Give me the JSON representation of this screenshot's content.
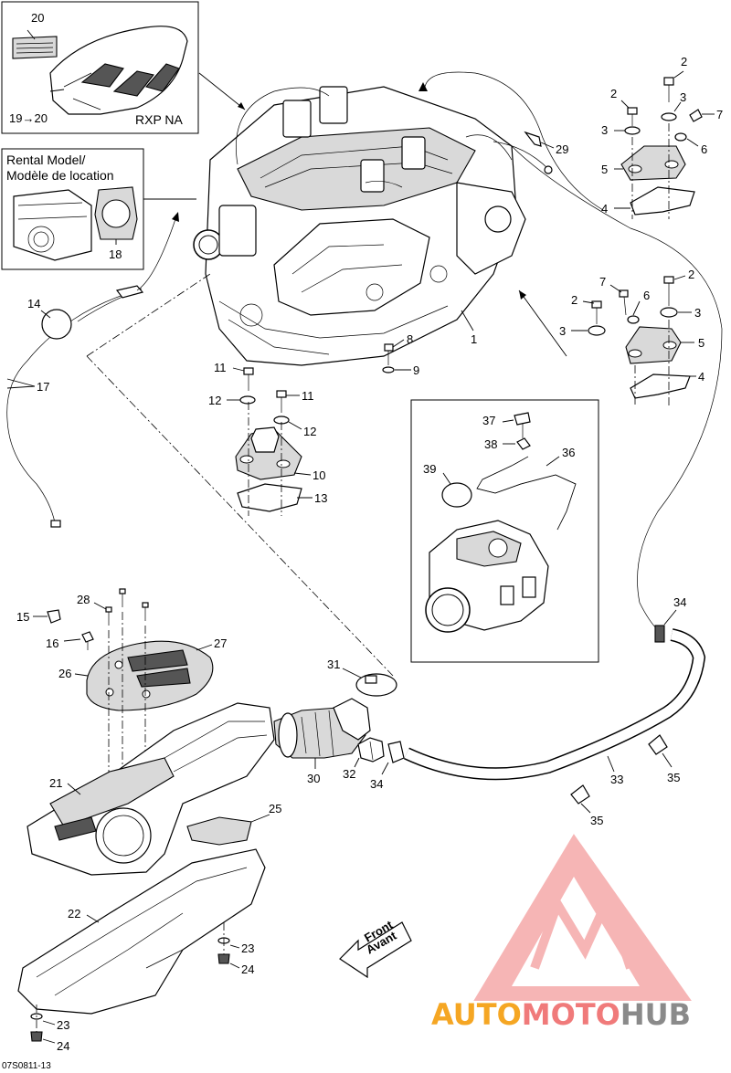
{
  "insets": {
    "rxp": {
      "label": "RXP NA",
      "ref_range": "19→20",
      "label_number": "20"
    },
    "rental": {
      "title_line1": "Rental Model/",
      "title_line2": "Modèle de location",
      "number": "18"
    },
    "throttle_detail": {
      "numbers": [
        "37",
        "38",
        "36",
        "39"
      ]
    }
  },
  "callouts": {
    "c1": "1",
    "c2a": "2",
    "c2b": "2",
    "c2c": "2",
    "c2d": "2",
    "c3a": "3",
    "c3b": "3",
    "c3c": "3",
    "c3d": "3",
    "c4a": "4",
    "c4b": "4",
    "c5a": "5",
    "c5b": "5",
    "c6a": "6",
    "c6b": "6",
    "c7a": "7",
    "c7b": "7",
    "c8": "8",
    "c9": "9",
    "c10": "10",
    "c11a": "11",
    "c11b": "11",
    "c12a": "12",
    "c12b": "12",
    "c13": "13",
    "c14": "14",
    "c15": "15",
    "c16": "16",
    "c17": "17",
    "c21": "21",
    "c22": "22",
    "c23a": "23",
    "c23b": "23",
    "c24a": "24",
    "c24b": "24",
    "c25": "25",
    "c26": "26",
    "c27": "27",
    "c28": "28",
    "c29": "29",
    "c30": "30",
    "c31": "31",
    "c32": "32",
    "c33": "33",
    "c34a": "34",
    "c34b": "34",
    "c35a": "35",
    "c35b": "35"
  },
  "front_arrow": {
    "line1": "Front",
    "line2": "Avant"
  },
  "watermark": {
    "part1": "AUTO",
    "part2": "MOTO",
    "part3": "HUB",
    "color_red": "#f07a7a",
    "color_orange": "#f5a623",
    "color_grey": "#8a8a8a"
  },
  "diagram_code": "07S0811-13"
}
